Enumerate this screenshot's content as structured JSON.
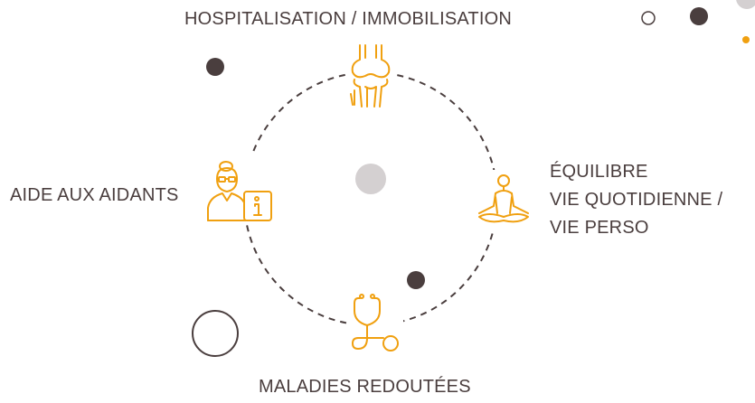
{
  "labels": {
    "top": "HOSPITALISATION / IMMOBILISATION",
    "left": "AIDE AUX AIDANTS",
    "right": [
      "ÉQUILIBRE",
      "VIE QUOTIDIENNE /",
      "VIE PERSO"
    ],
    "bottom": "MALADIES REDOUTÉES"
  },
  "icons": {
    "top": "knee-joint-icon",
    "left": "caregiver-icon",
    "right": "meditation-icon",
    "bottom": "stethoscope-icon"
  },
  "colors": {
    "accent": "#f0a010",
    "text": "#4a3e3e",
    "dark_dot": "#4a3e3e",
    "grey_dot": "#d4d0d1",
    "ring": "#4a3e3e"
  }
}
